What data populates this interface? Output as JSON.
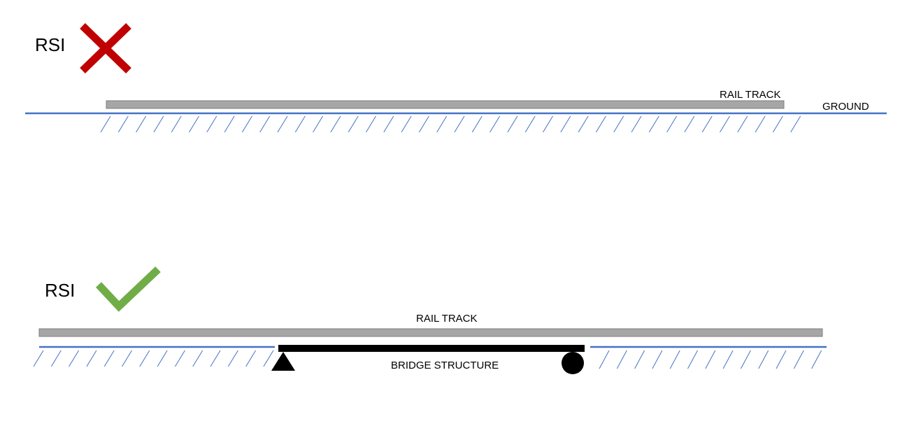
{
  "colors": {
    "ground_line": "#4472c4",
    "rail": "#a6a6a6",
    "rail_border": "#7f7f7f",
    "bridge": "#000000",
    "cross": "#c00000",
    "check": "#70ad47"
  },
  "top_scenario": {
    "rsi_label": "RSI",
    "status_icon": "cross-icon",
    "rail_label": "RAIL TRACK",
    "ground_label": "GROUND"
  },
  "bottom_scenario": {
    "rsi_label": "RSI",
    "status_icon": "check-icon",
    "rail_label": "RAIL TRACK",
    "bridge_label": "BRIDGE STRUCTURE"
  }
}
